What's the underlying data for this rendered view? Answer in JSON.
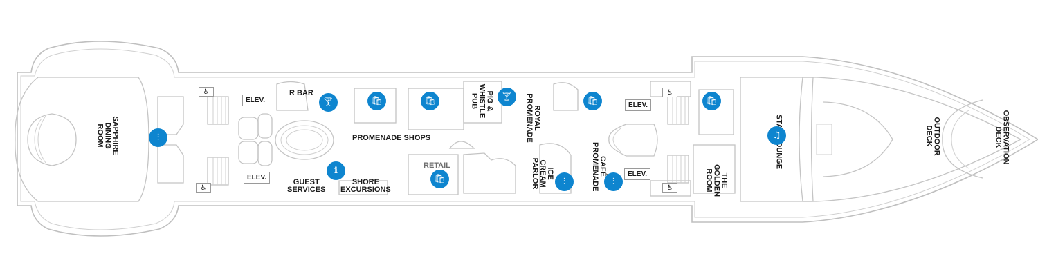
{
  "labels": {
    "sapphire": "SAPPHIRE\nDINING\nROOM",
    "r_bar": "R BAR",
    "pig_whistle": "PIG &\nWHISTLE\nPUB",
    "promenade_shops": "PROMENADE SHOPS",
    "royal_promenade": "ROYAL\nPROMENADE",
    "guest_services": "GUEST\nSERVICES",
    "shore_excursions": "SHORE\nEXCURSIONS",
    "retail": "RETAIL",
    "ice_cream": "ICE\nCREAM\nPARLOR",
    "cafe_promenade": "CAFÉ\nPROMENADE",
    "golden_room": "THE\nGOLDEN\nROOM",
    "star_lounge": "STAR LOUNGE",
    "outdoor_deck": "OUTDOOR\nDECK",
    "observation_deck": "OBSERVATION\nDECK",
    "elev": "ELEV."
  },
  "icons": {
    "dining": "dining-icon",
    "bar": "cocktail-bar-icon",
    "shop": "shopping-icon",
    "info": "guest-services-icon",
    "lounge": "lounge-icon",
    "restroom": "restroom-icon"
  },
  "colors": {
    "icon_blue": "#0e85cf",
    "wall_gray": "#c4c4c4",
    "text": "#1b1b1b"
  }
}
